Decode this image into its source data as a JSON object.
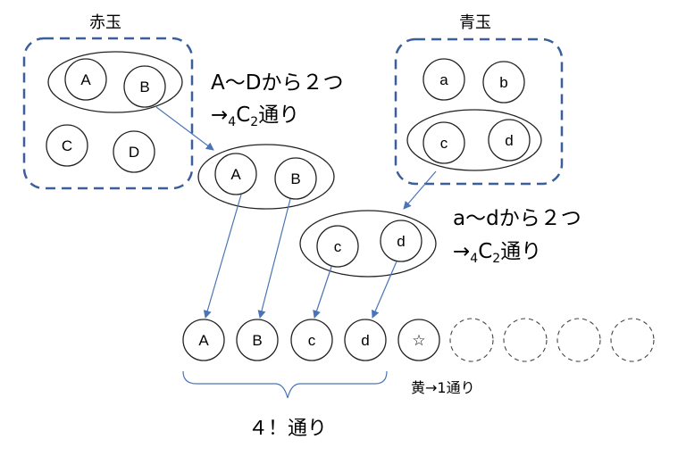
{
  "groups": {
    "red": {
      "title": "赤玉",
      "balls": [
        "A",
        "B",
        "C",
        "D"
      ]
    },
    "blue": {
      "title": "青玉",
      "balls": [
        "a",
        "b",
        "c",
        "d"
      ]
    }
  },
  "chosen": {
    "red": [
      "A",
      "B"
    ],
    "blue": [
      "c",
      "d"
    ]
  },
  "notes": {
    "red_line1": "A〜Dから２つ",
    "red_line2_prefix": "→",
    "red_line2_sub_n": "4",
    "red_line2_c": "C",
    "red_line2_sub_k": "2",
    "red_line2_suffix": "通り",
    "blue_line1": "a〜dから２つ",
    "blue_line2_prefix": "→",
    "blue_line2_sub_n": "4",
    "blue_line2_c": "C",
    "blue_line2_sub_k": "2",
    "blue_line2_suffix": "通り"
  },
  "row": {
    "balls": [
      "A",
      "B",
      "c",
      "d",
      "☆"
    ],
    "empty_count": 4,
    "yellow_label": "黄→1通り",
    "perm_label": "４！通り"
  },
  "colors": {
    "dash_box": "#3a5f9a",
    "arrow": "#4a74b5",
    "brace": "#4a74b5",
    "outline": "#222222"
  }
}
